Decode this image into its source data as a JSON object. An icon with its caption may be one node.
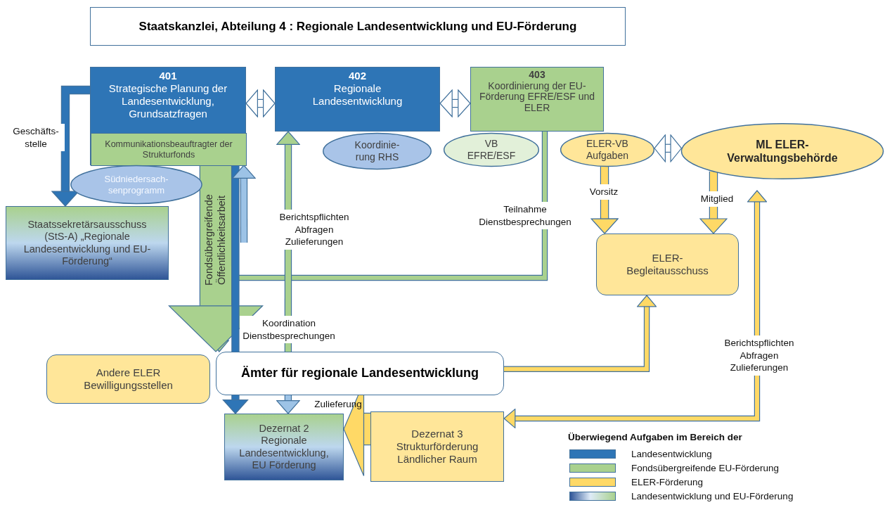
{
  "diagram": {
    "title": "Staatskanzlei, Abteilung 4 : Regionale Landesentwicklung und EU-Förderung",
    "nodes": [
      {
        "text": [
          "401",
          "Strategische Planung der Landesentwicklung, Grundsatzfragen"
        ]
      },
      {
        "text": [
          "Kommunikationsbeauftragter der Strukturfonds"
        ],
        "in": 0
      },
      {
        "text": [
          "Südniedersach- senprogramm"
        ]
      },
      {
        "text": [
          "402",
          "Regionale Landesentwicklung"
        ]
      },
      {
        "text": [
          "Koordinie- rung RHS"
        ]
      },
      {
        "text": [
          "403",
          "Koordinierung der EU- Förderung EFRE/ESF und ELER"
        ]
      },
      {
        "text": [
          "VB EFRE/ESF"
        ]
      },
      {
        "text": [
          "ELER-VB Aufgaben"
        ]
      },
      {
        "text": [
          "ML ELER- Verwaltungsbehörde"
        ]
      },
      {
        "text": [
          "Staatssekretärsausschuss (StS-A) „Regionale Landesentwicklung und EU-Förderung“"
        ]
      },
      {
        "text": [
          "ELER- Begleitausschuss"
        ]
      },
      {
        "text": [
          "Andere ELER Bewilligungsstellen"
        ]
      },
      {
        "text": [
          "Ämter für regionale Landesentwicklung"
        ]
      },
      {
        "text": [
          "Dezernat 2 Regionale Landesentwicklung, EU Förderung"
        ]
      },
      {
        "text": [
          "Dezernat 3 Strukturförderung Ländlicher Raum"
        ]
      }
    ],
    "edges": [
      {
        "from": 0,
        "to": 3,
        "arrow": "both",
        "color": "#ffffff"
      },
      {
        "from": 3,
        "to": 5,
        "arrow": "both",
        "color": "#ffffff"
      },
      {
        "from": 7,
        "to": 8,
        "arrow": "both",
        "color": "#ffffff"
      },
      {
        "from": 0,
        "to": 9,
        "arrow": "to",
        "label": "Geschäfts- stelle",
        "color": "#2e75b6"
      },
      {
        "from": 1,
        "to": 12,
        "arrow": "to",
        "label": "Fondsübergreifende Öffentlichkeitsarbeit",
        "style": "thick",
        "color": "#a9d18e"
      },
      {
        "from": 0,
        "to": 12,
        "arrow": "none",
        "label": "Koordination Dienstbesprechungen",
        "color": "#2e75b6"
      },
      {
        "from": null,
        "to": 0,
        "arrow": "to",
        "color": "#9dc3e6"
      },
      {
        "from": 12,
        "to": 3,
        "arrow": "to",
        "label": "Berichtspflichten Abfragen Zulieferungen",
        "color": "#a9d18e"
      },
      {
        "from": 5,
        "to": 12,
        "arrow": "to",
        "label": "Teilnahme Dienstbesprechungen",
        "color": "#a9d18e"
      },
      {
        "from": 7,
        "to": 10,
        "arrow": "to",
        "label": "Vorsitz"
      },
      {
        "from": 8,
        "to": 10,
        "arrow": "to",
        "label": "Mitglied"
      },
      {
        "from": 12,
        "to": 10,
        "arrow": "to"
      },
      {
        "from": 14,
        "to": 8,
        "arrow": "both",
        "label": "Berichtspflichten Abfragen Zulieferungen"
      },
      {
        "from": 14,
        "to": 13,
        "arrow": "to",
        "label": "Zulieferung",
        "style": "thick"
      },
      {
        "from": 12,
        "to": 13,
        "arrow": "to",
        "color": "#2e75b6"
      },
      {
        "from": 12,
        "to": 13,
        "arrow": "to",
        "color": "#9dc3e6"
      }
    ],
    "labels": [
      "Überwiegend Aufgaben im Bereich der"
    ],
    "legend": [
      {
        "text": "Landesentwicklung",
        "color": "#2e75b6"
      },
      {
        "text": "Fondsübergreifende EU-Förderung",
        "color": "#a9d18e"
      },
      {
        "text": "ELER-Förderung",
        "color": "#ffd966"
      },
      {
        "text": "Landesentwicklung und EU-Förderung"
      }
    ]
  }
}
